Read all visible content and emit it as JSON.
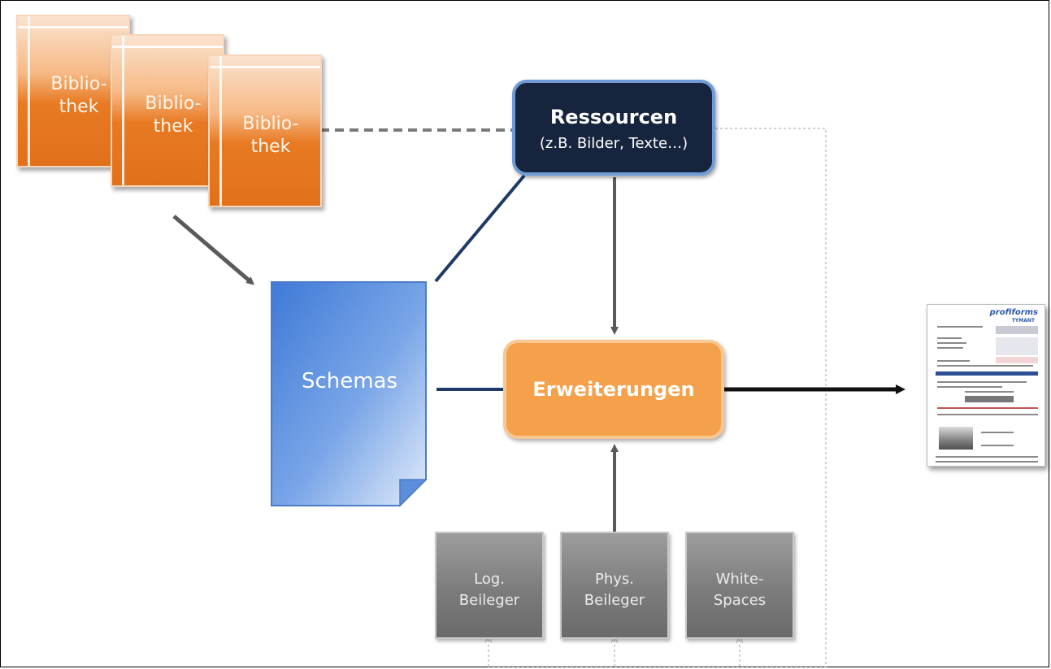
{
  "libraries": [
    {
      "label_line1": "Biblio-",
      "label_line2": "thek"
    },
    {
      "label_line1": "Biblio-",
      "label_line2": "thek"
    },
    {
      "label_line1": "Biblio-",
      "label_line2": "thek"
    }
  ],
  "ressourcen": {
    "title": "Ressourcen",
    "subtitle": "(z.B. Bilder, Texte…)"
  },
  "schemas": {
    "label": "Schemas"
  },
  "erweiterungen": {
    "label": "Erweiterungen"
  },
  "modules": [
    {
      "line1": "Log.",
      "line2": "Beileger"
    },
    {
      "line1": "Phys.",
      "line2": "Beileger"
    },
    {
      "line1": "White-",
      "line2": "Spaces"
    }
  ],
  "output_document": {
    "brand": "profiforms",
    "brand_sub": "TYMANT"
  },
  "colors": {
    "library_orange": "#e87a24",
    "ressourcen_navy": "#16243e",
    "ressourcen_border": "#6f9bd6",
    "schemas_blue": "#5b8fdc",
    "erweiterungen_orange": "#f5a04a",
    "module_gray": "#7c7c7c",
    "connector_navy": "#1f3a66",
    "arrow_gray": "#5a5a5a"
  }
}
